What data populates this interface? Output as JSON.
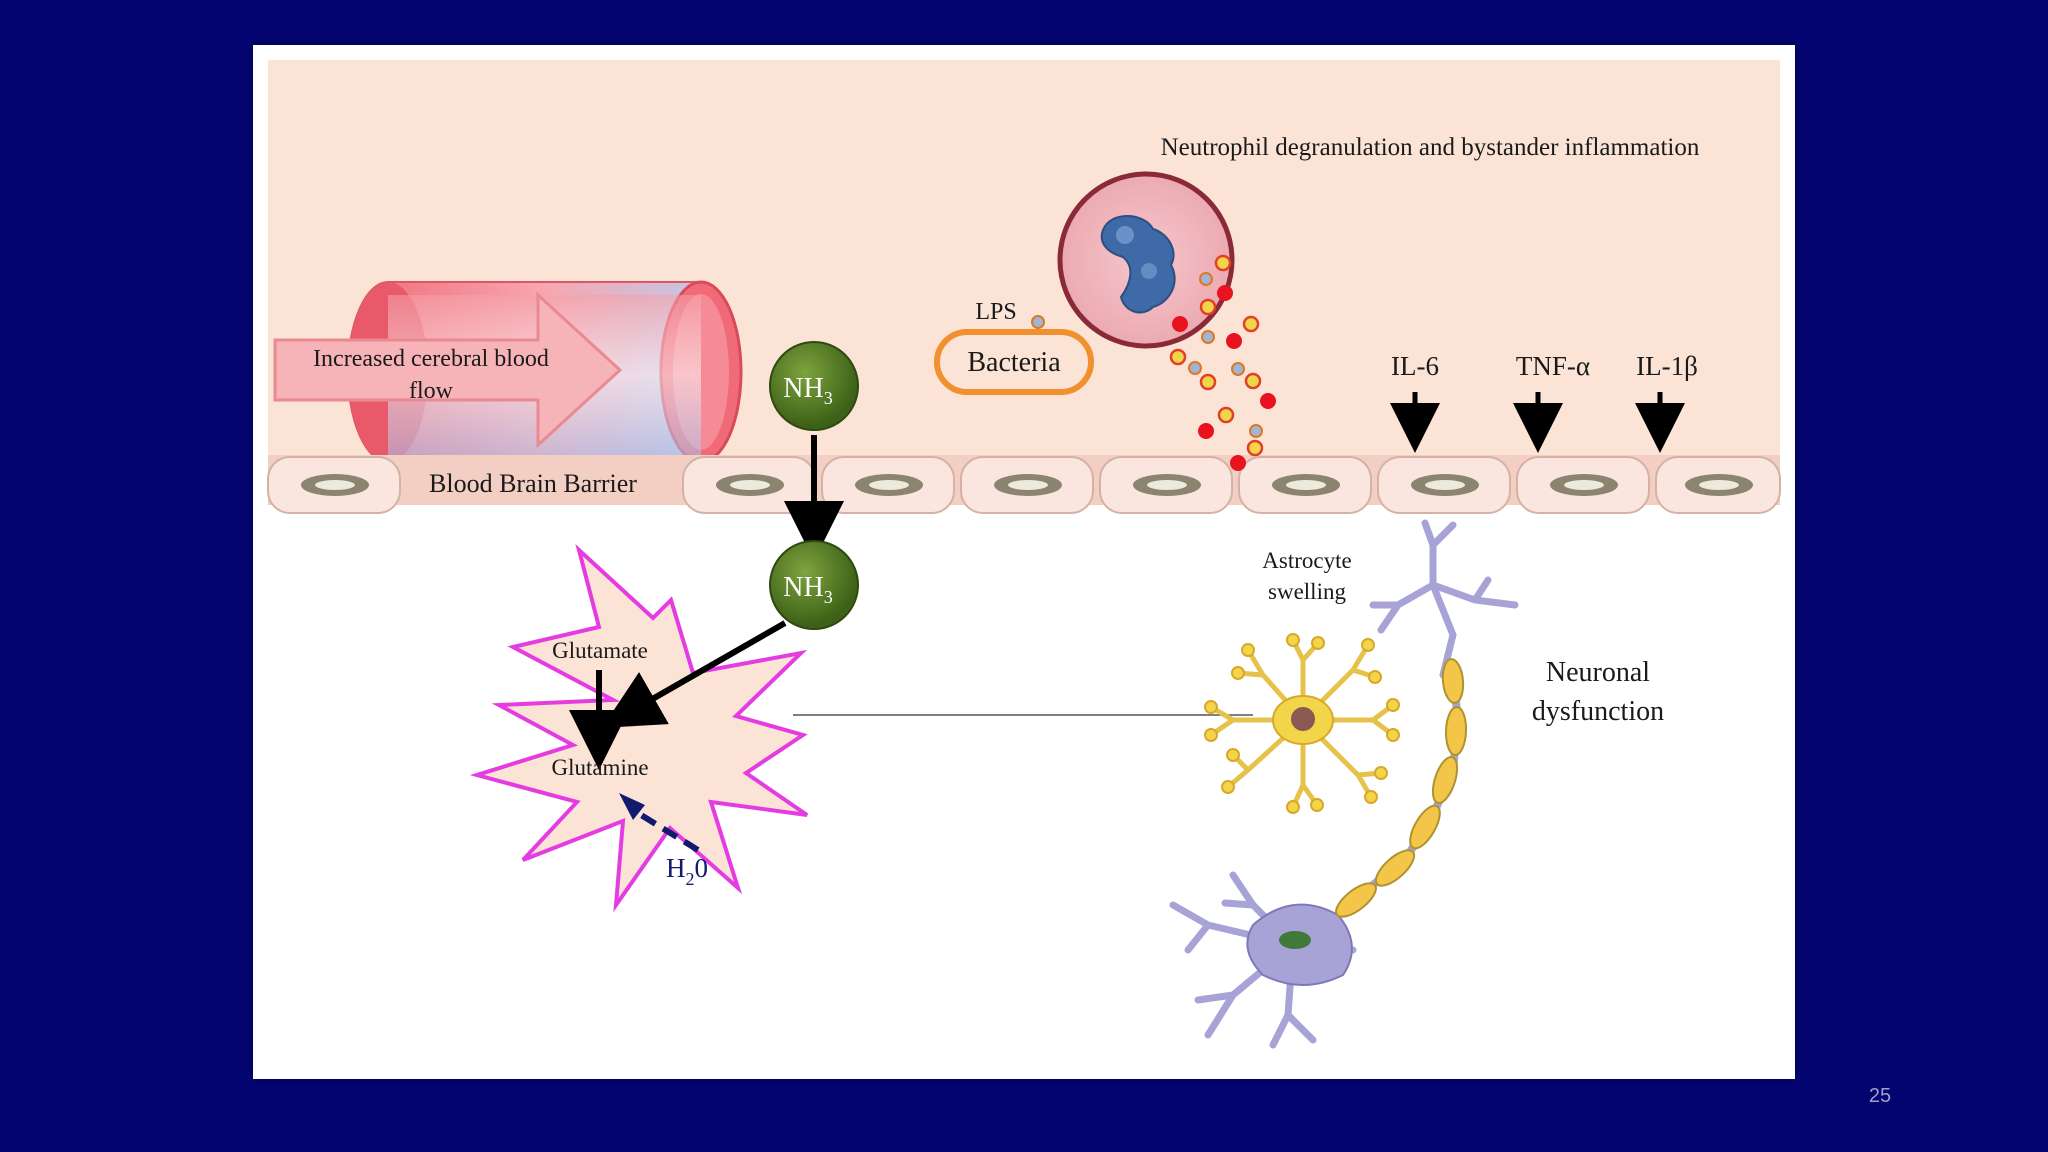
{
  "diagram": {
    "title": "Neutrophil degranulation and bystander inflammation",
    "blood_flow_label_line1": "Increased cerebral blood",
    "blood_flow_label_line2": "flow",
    "bbb_label": "Blood Brain Barrier",
    "lps_label": "LPS",
    "bacteria_label": "Bacteria",
    "nh3_top": {
      "base": "NH",
      "sub": "3"
    },
    "nh3_bottom": {
      "base": "NH",
      "sub": "3"
    },
    "cytokines": [
      "IL-6",
      "TNF-α",
      "IL-1β"
    ],
    "glutamate_label": "Glutamate",
    "glutamine_label": "Glutamine",
    "water": {
      "base": "H",
      "sub": "2",
      "tail": "0"
    },
    "astrocyte_label_line1": "Astrocyte",
    "astrocyte_label_line2": "swelling",
    "neuron_label_line1": "Neuronal",
    "neuron_label_line2": "dysfunction"
  },
  "colors": {
    "slide_background": "#030470",
    "blood_zone": "#fbe3d6",
    "vessel_red": "#f06a78",
    "nh3_green": "#4f7a22",
    "star_outline": "#e43ce0",
    "bacteria_orange": "#f0902e",
    "neuron_purple": "#a8a3d6",
    "myelin_yellow": "#f3c64a"
  },
  "slide": {
    "page_number": "25"
  }
}
